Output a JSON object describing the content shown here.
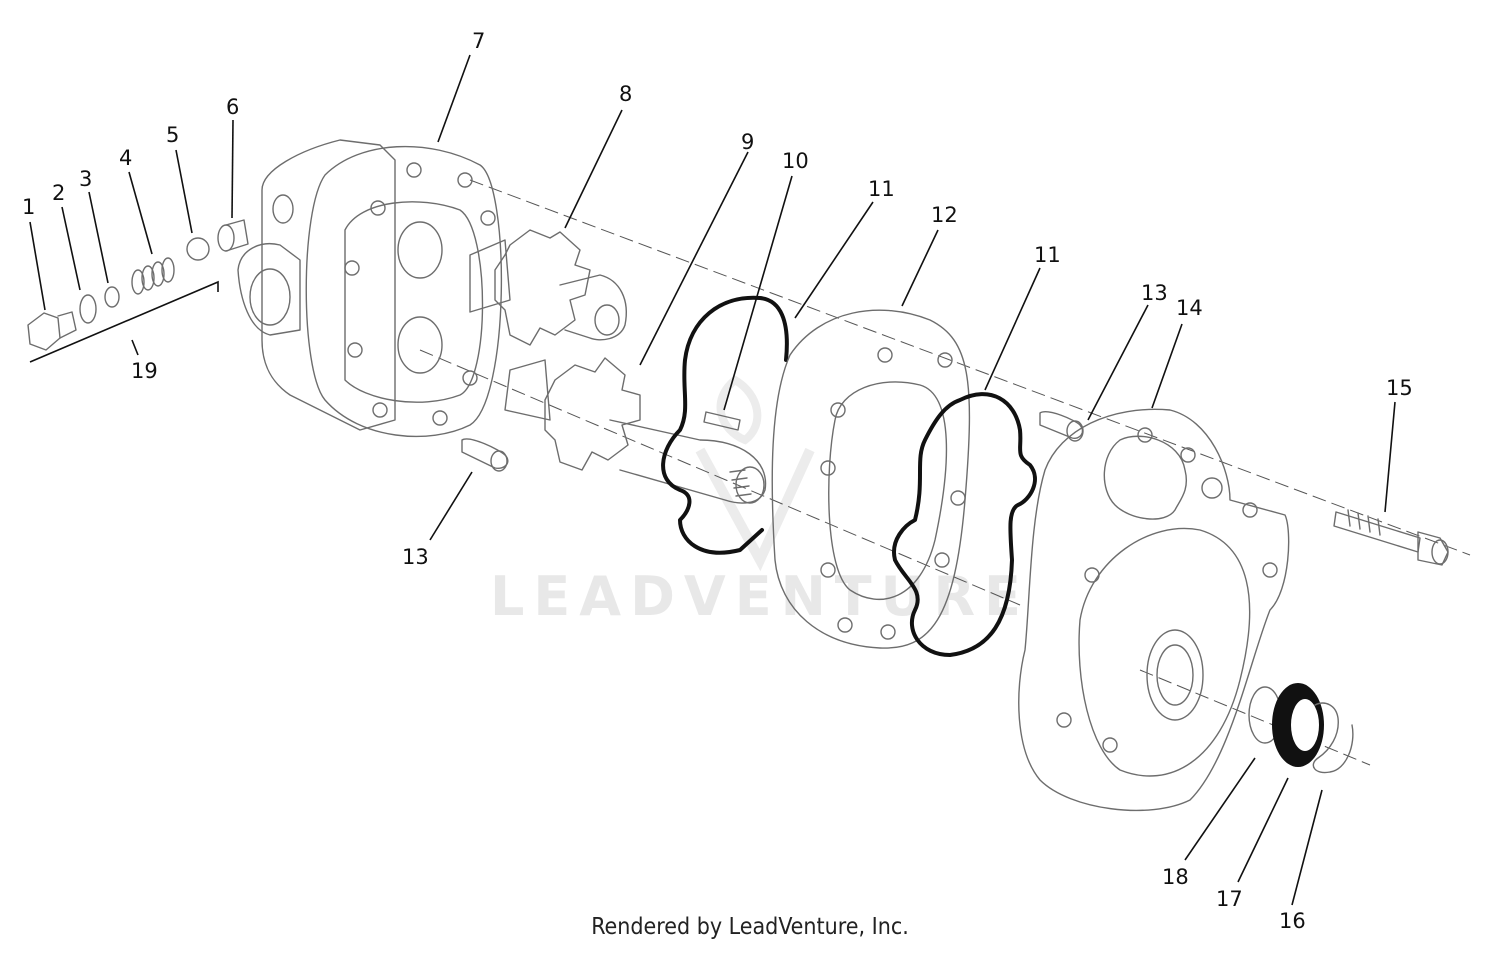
{
  "callouts": [
    {
      "id": "1",
      "label": "1"
    },
    {
      "id": "2",
      "label": "2"
    },
    {
      "id": "3",
      "label": "3"
    },
    {
      "id": "4",
      "label": "4"
    },
    {
      "id": "5",
      "label": "5"
    },
    {
      "id": "6",
      "label": "6"
    },
    {
      "id": "7",
      "label": "7"
    },
    {
      "id": "8",
      "label": "8"
    },
    {
      "id": "9",
      "label": "9"
    },
    {
      "id": "10",
      "label": "10"
    },
    {
      "id": "11a",
      "label": "11"
    },
    {
      "id": "11b",
      "label": "11"
    },
    {
      "id": "12",
      "label": "12"
    },
    {
      "id": "13a",
      "label": "13"
    },
    {
      "id": "13b",
      "label": "13"
    },
    {
      "id": "14",
      "label": "14"
    },
    {
      "id": "15",
      "label": "15"
    },
    {
      "id": "16",
      "label": "16"
    },
    {
      "id": "17",
      "label": "17"
    },
    {
      "id": "18",
      "label": "18"
    },
    {
      "id": "19",
      "label": "19"
    }
  ],
  "watermark": "LEADVENTURE",
  "footer": {
    "credit": "Rendered by LeadVenture, Inc."
  },
  "colors": {
    "line": "#6d6d6d",
    "ink": "#111111",
    "watermark": "#e8e8e8"
  }
}
